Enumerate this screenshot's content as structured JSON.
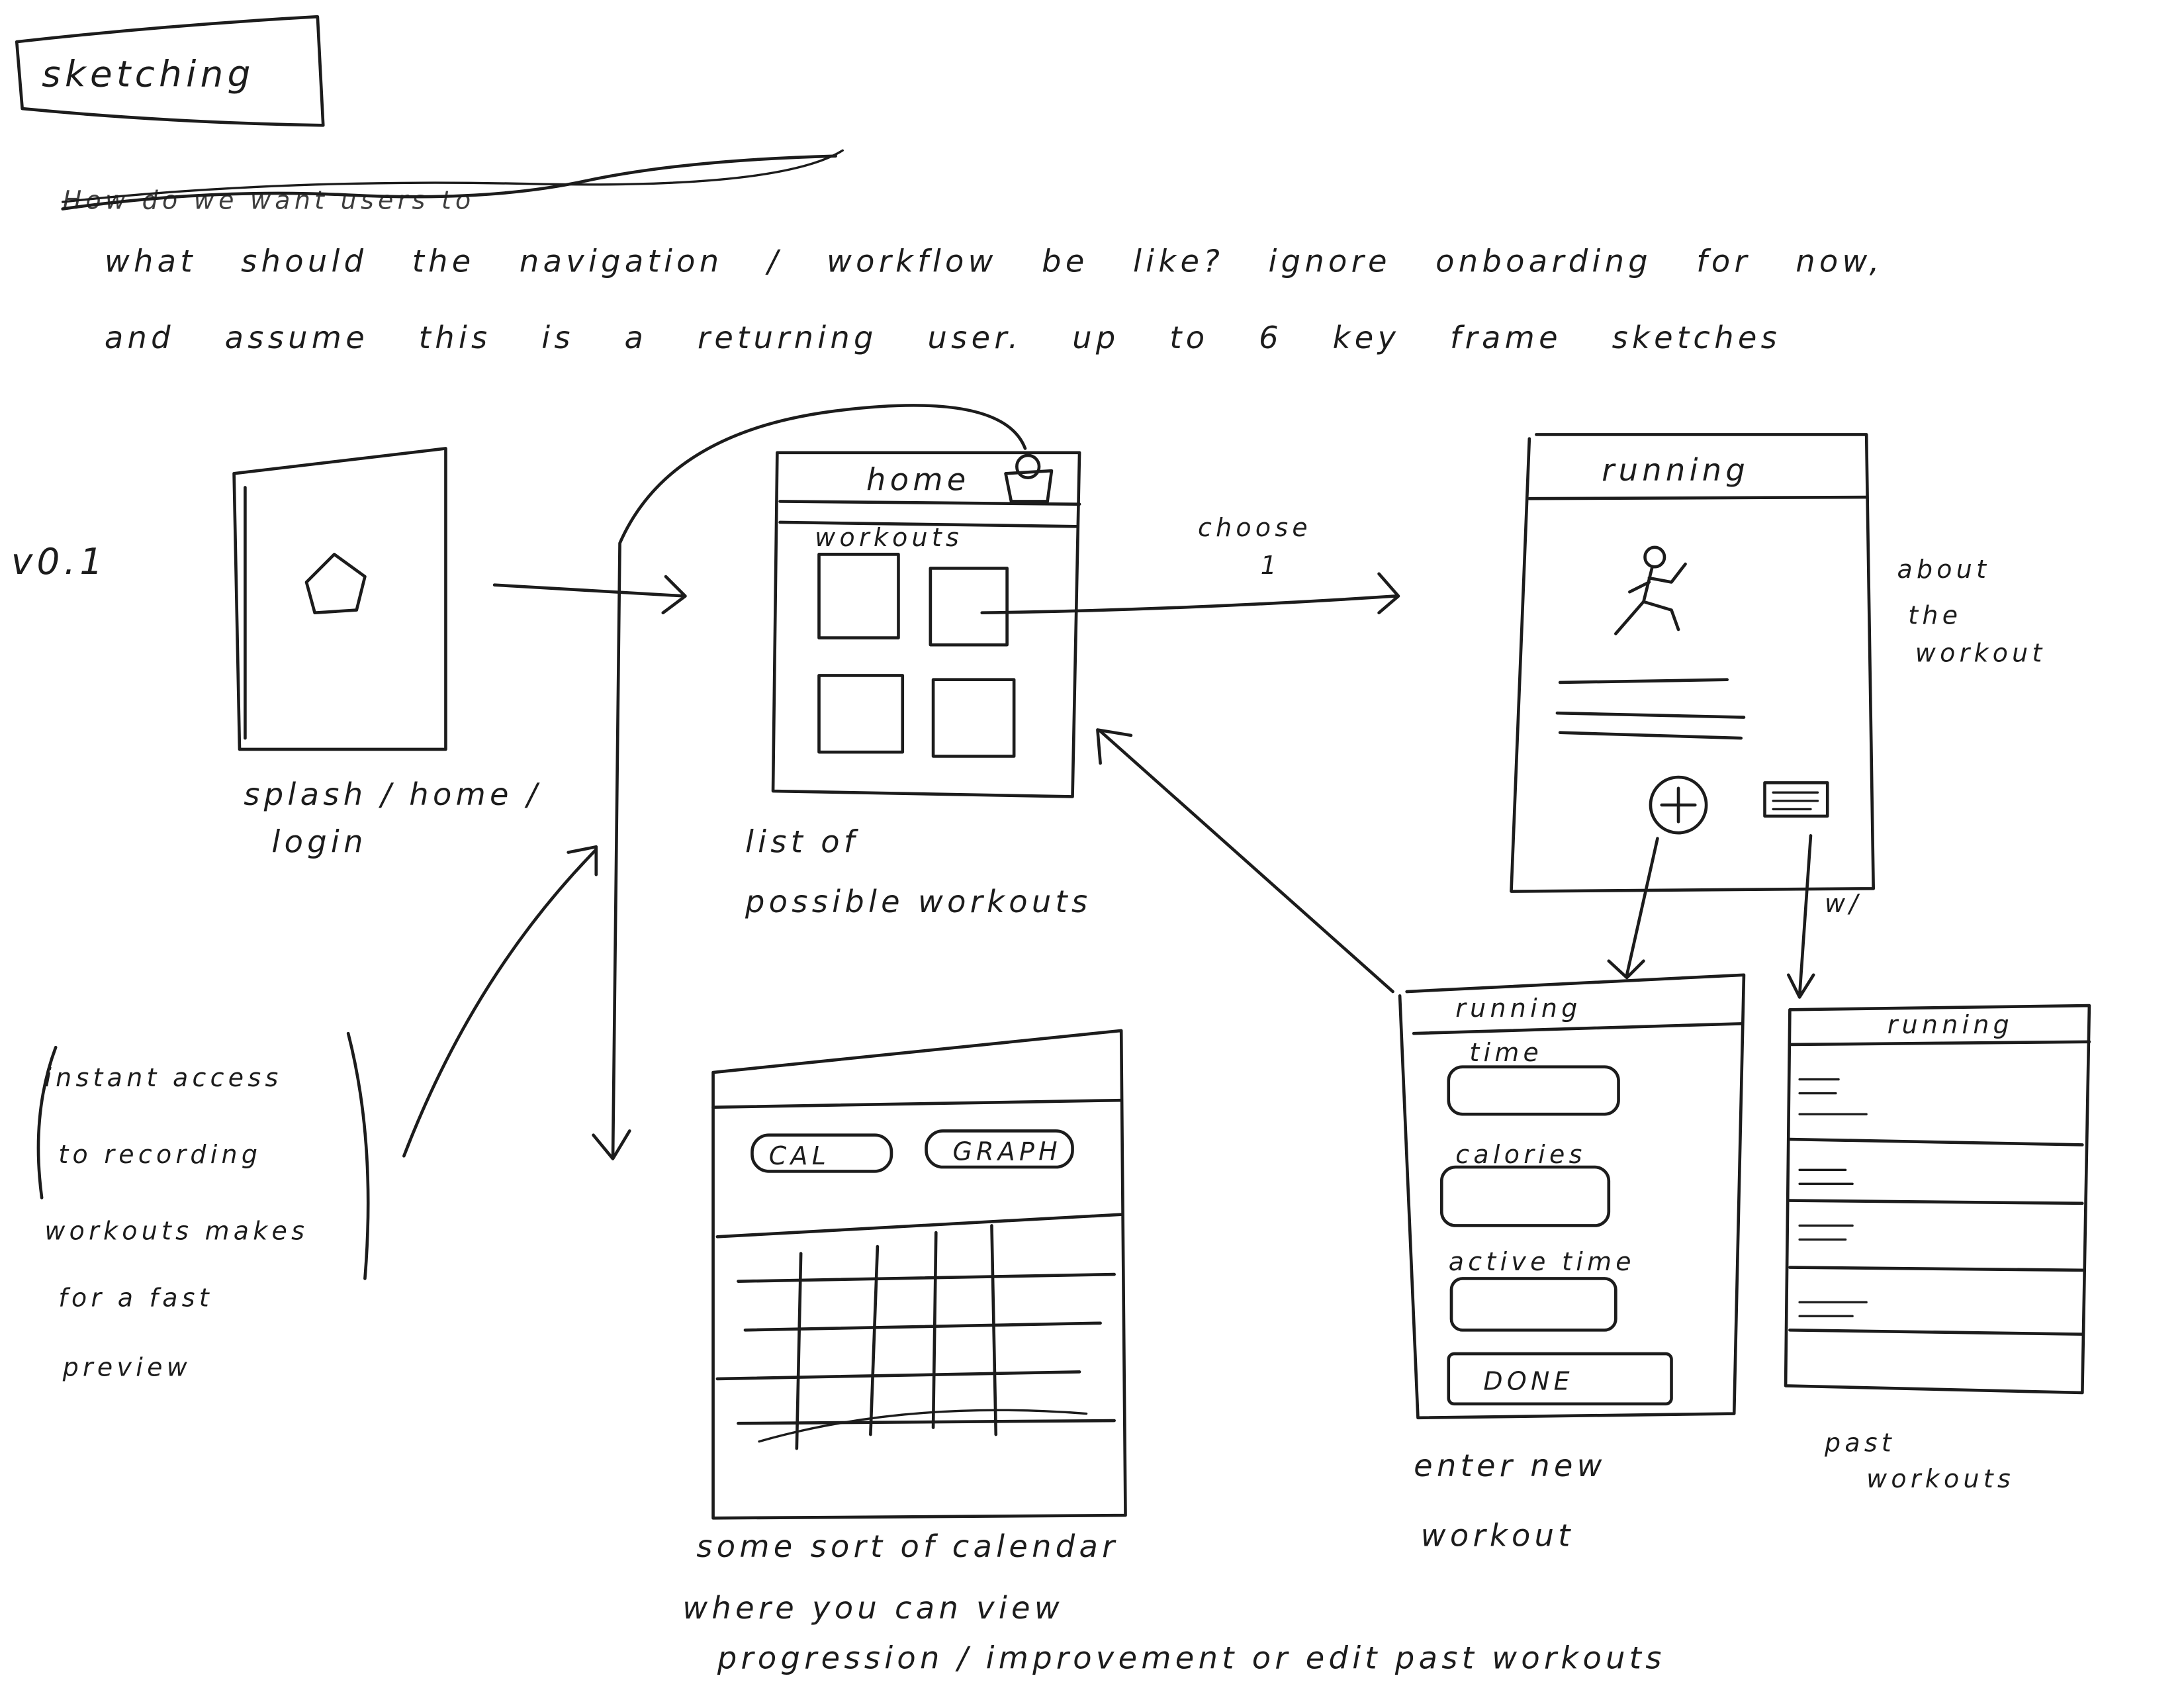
{
  "title": "sketching",
  "crossed_out": "How do we want users to",
  "prompt": {
    "line1": "what should the navigation / workflow be like? ignore onboarding for now,",
    "line2": "and assume this is a returning user. up to 6 key frame sketches"
  },
  "version": "v0.1",
  "splash": {
    "label_line1": "splash / home /",
    "label_line2": "login"
  },
  "home": {
    "header": "home",
    "section": "workouts",
    "label_line1": "list of",
    "label_line2": "possible workouts"
  },
  "transition": {
    "line1": "choose",
    "line2": "1"
  },
  "detail": {
    "header": "running",
    "note_line1": "about",
    "note_line2": "the",
    "note_line3": "workout",
    "arrow_note": "w/"
  },
  "entry": {
    "header": "running",
    "field1": "time",
    "field2": "calories",
    "field3": "active time",
    "button": "DONE",
    "label_line1": "enter new",
    "label_line2": "workout"
  },
  "past": {
    "header": "running",
    "label_line1": "past",
    "label_line2": "workouts"
  },
  "calendar": {
    "tab1": "CAL",
    "tab2": "GRAPH",
    "label_line1": "some sort of calendar",
    "label_line2": "where you can view",
    "label_line3": "progression / improvement or edit past workouts"
  },
  "side_note": {
    "line1": "instant access",
    "line2": "to recording",
    "line3": "workouts makes",
    "line4": "for a fast",
    "line5": "preview"
  }
}
